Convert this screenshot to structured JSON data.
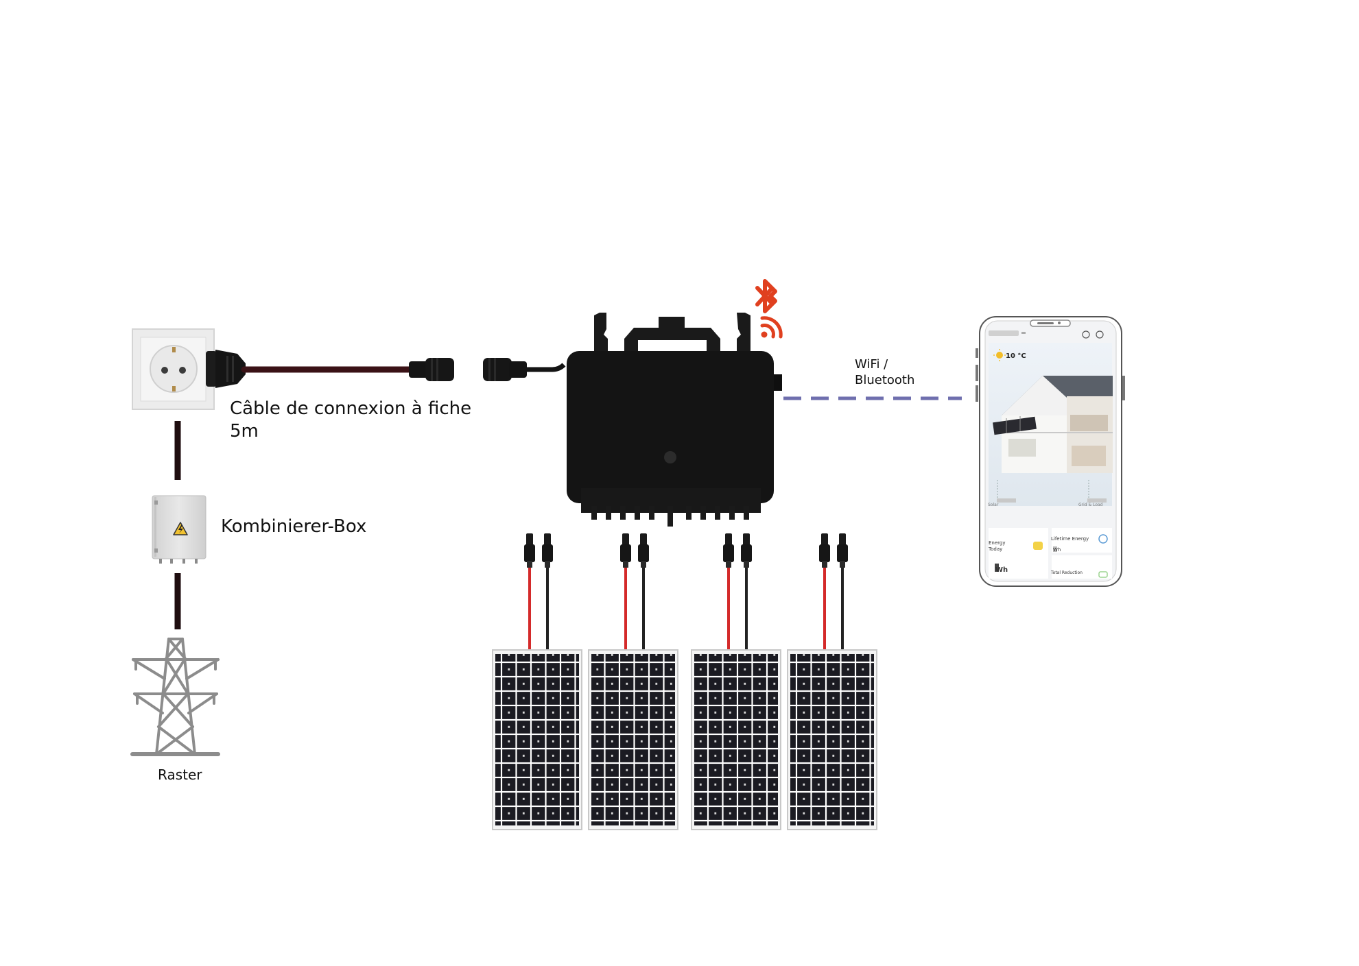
{
  "labels": {
    "cable": "Câble de connexion à fiche 5m",
    "combiner_box": "Kombinierer-Box",
    "grid": "Raster",
    "communication": "WiFi / Bluetooth"
  },
  "phone_app": {
    "temperature": "10 °C",
    "solar": "Solar",
    "grid_load": "Grid & Load",
    "energy_today": "Energy Today",
    "lifetime_energy": "Lifetime Energy",
    "energy_unit_small": "Wh",
    "energy_unit": "Wh",
    "total_reduction": "Total Reduction"
  },
  "colors": {
    "wireless_icons": "#e0401f",
    "comm_label": "#d0401f",
    "dashed_link": "#6f6fae",
    "ac_cable": "#3a1216",
    "inverter_body": "#141414",
    "panel_cell": "#1b1b22",
    "pv_positive": "#d42a2a",
    "pv_negative": "#222222",
    "pylon": "#8c8c8c"
  },
  "icons": [
    "bluetooth-icon",
    "wifi-icon",
    "warning-icon",
    "sun-icon"
  ]
}
